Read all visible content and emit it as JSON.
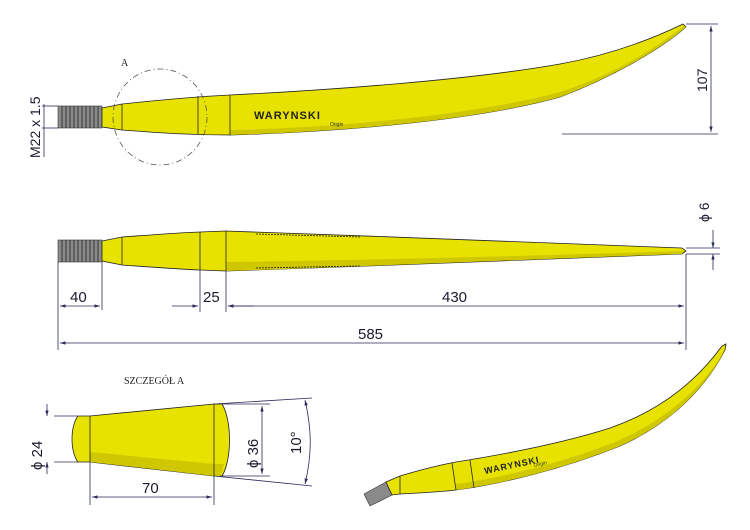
{
  "labels": {
    "thread": "M22 x 1.5",
    "detail_marker": "A",
    "height_107": "107",
    "diameter_6": "ϕ 6",
    "len_40": "40",
    "len_25": "25",
    "len_430": "430",
    "len_585": "585",
    "detail_title": "SZCZEGÓŁ A",
    "diameter_24": "ϕ 24",
    "diameter_36": "ϕ 36",
    "angle_10": "10°",
    "len_70": "70",
    "brand": "WARYNSKI",
    "brand_sub": "Origin"
  },
  "colors": {
    "tine_yellow": "#e8e200",
    "dimension_line": "#2a2a5a"
  }
}
